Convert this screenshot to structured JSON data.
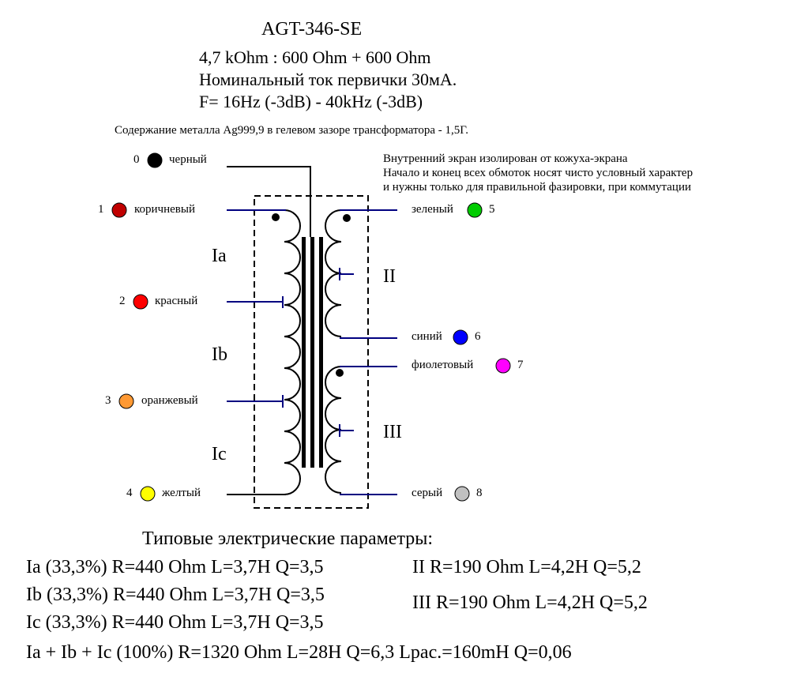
{
  "header": {
    "title": "AGT-346-SE",
    "spec_lines": [
      "4,7 kOhm : 600 Ohm + 600 Ohm",
      "Номинальный ток первички 30мА.",
      "F= 16Hz (-3dB) - 40kHz (-3dB)"
    ],
    "metal_note": "Содержание металла Ag999,9 в гелевом зазоре трансформатора -   1,5Г."
  },
  "notes": [
    "Внутренний экран изолирован от кожуха-экрана",
    "Начало и конец всех обмоток носят чисто условный характер",
    "и нужны только для правильной фазировки, при коммутации"
  ],
  "pins": [
    {
      "num": "0",
      "label": "черный",
      "color": "#000000"
    },
    {
      "num": "1",
      "label": "коричневый",
      "color": "#c00000"
    },
    {
      "num": "2",
      "label": "красный",
      "color": "#ff0000"
    },
    {
      "num": "3",
      "label": "оранжевый",
      "color": "#ff9933"
    },
    {
      "num": "4",
      "label": "желтый",
      "color": "#ffff00"
    },
    {
      "num": "5",
      "label": "зеленый",
      "color": "#00cc00"
    },
    {
      "num": "6",
      "label": "синий",
      "color": "#0000ff"
    },
    {
      "num": "7",
      "label": "фиолетовый",
      "color": "#ff00ff"
    },
    {
      "num": "8",
      "label": "серый",
      "color": "#c0c0c0"
    }
  ],
  "windings": {
    "ia": "Ia",
    "ib": "Ib",
    "ic": "Ic",
    "ii": "II",
    "iii": "III"
  },
  "params": {
    "title": "Типовые электрические параметры:",
    "rows": [
      "Ia (33,3%) R=440 Ohm L=3,7H Q=3,5",
      "Ib (33,3%) R=440 Ohm L=3,7H Q=3,5",
      "Ic (33,3%) R=440 Ohm L=3,7H Q=3,5",
      "Ia + Ib + Ic (100%) R=1320 Ohm L=28H Q=6,3 Lрас.=160mH Q=0,06"
    ],
    "secondary": [
      "II  R=190 Ohm L=4,2H Q=5,2",
      "III  R=190 Ohm L=4,2H Q=5,2"
    ]
  },
  "colors": {
    "wire_primary": "#000000",
    "wire_secondary": "#000080",
    "shield": "#000000"
  }
}
